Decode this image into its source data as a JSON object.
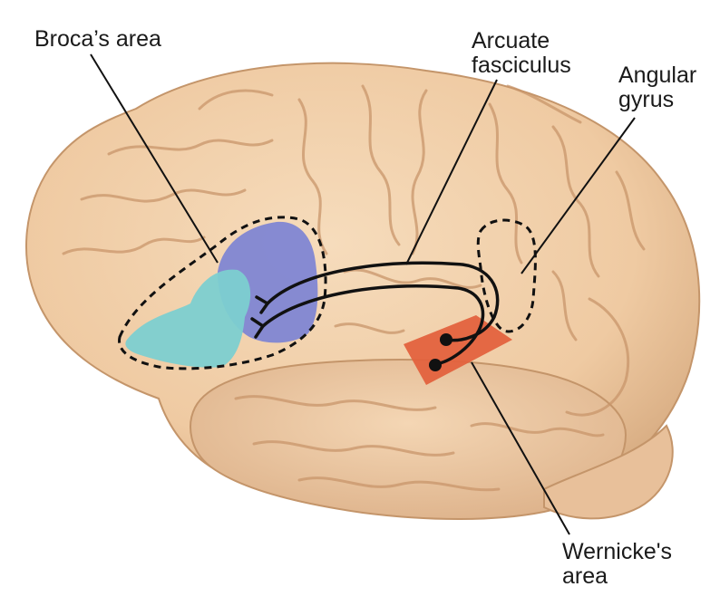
{
  "labels": {
    "broca": "Broca’s area",
    "arcuate": "Arcuate\nfasciculus",
    "angular": "Angular\ngyrus",
    "wernicke": "Wernicke's\narea"
  },
  "colors": {
    "brain": "#f0cfa9",
    "brain_shadow": "#d9ae84",
    "sulcus": "#c9966b",
    "broca_front": "#7ccfd0",
    "broca_back": "#7f86d3",
    "wernicke": "#e3623e",
    "ink": "#111111"
  }
}
